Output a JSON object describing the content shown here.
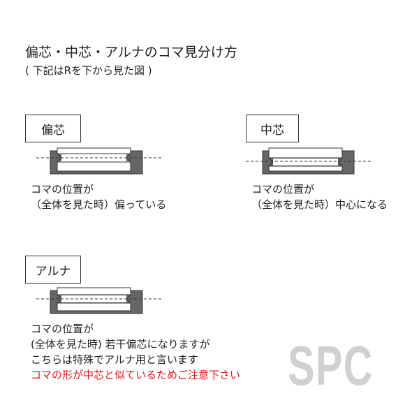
{
  "title": "偏芯・中芯・アルナのコマ見分け方",
  "subtitle": "( 下記はRを下から見た図 )",
  "panels": [
    {
      "label": "偏芯",
      "caption": [
        "コマの位置が",
        "（全体を見た時）偏っている"
      ]
    },
    {
      "label": "中芯",
      "caption": [
        "コマの位置が",
        "（全体を見た時）中心になる"
      ]
    },
    {
      "label": "アルナ",
      "caption": [
        "コマの位置が",
        "(全体を見た時) 若干偏芯になりますが",
        "こちらは特殊でアルナ用と言います"
      ]
    }
  ],
  "warning": "コマの形が中芯と似ているためご注意下さい",
  "watermark": "SPC",
  "colors": {
    "warning": "#e8141c",
    "body": "#666666"
  }
}
